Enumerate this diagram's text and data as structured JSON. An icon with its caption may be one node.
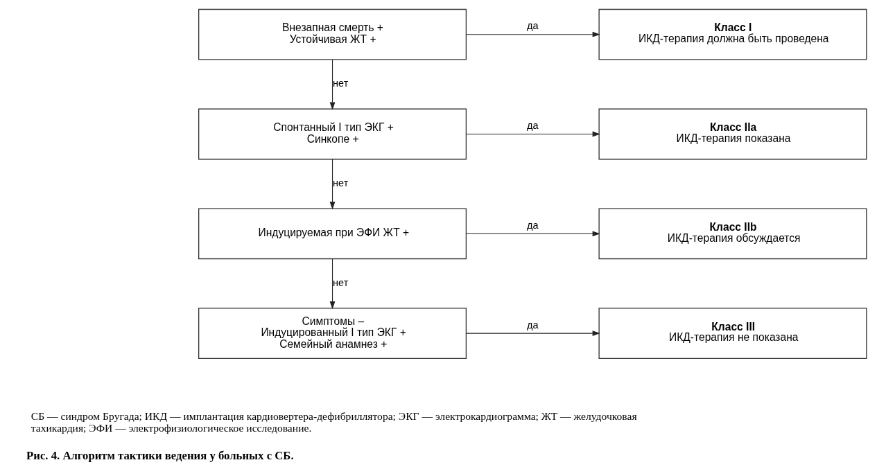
{
  "diagram": {
    "caption": "Рис. 4. Алгоритм тактики ведения у больных с СБ.",
    "nodes": [
      {
        "text": [
          "Внезапная смерть +",
          "Устойчивая ЖТ +"
        ]
      },
      {
        "text": [
          "Класс I",
          "ИКД-терапия должна быть проведена"
        ]
      },
      {
        "text": [
          "Спонтанный I тип ЭКГ +",
          "Синкопе +"
        ]
      },
      {
        "text": [
          "Класс IIa",
          "ИКД-терапия показана"
        ]
      },
      {
        "text": [
          "Индуцируемая при ЭФИ ЖТ +"
        ]
      },
      {
        "text": [
          "Класс IIb",
          "ИКД-терапия обсуждается"
        ]
      },
      {
        "text": [
          "Симптомы –",
          "Индуцированный I тип ЭКГ +",
          "Семейный анамнез +"
        ]
      },
      {
        "text": [
          "Класс III",
          "ИКД-терапия не показана"
        ]
      }
    ],
    "edges": [
      {
        "from": 0,
        "to": 1,
        "arrow": "to",
        "label": "да"
      },
      {
        "from": 0,
        "to": 2,
        "arrow": "to",
        "label": "нет"
      },
      {
        "from": 2,
        "to": 3,
        "arrow": "to",
        "label": "да"
      },
      {
        "from": 2,
        "to": 4,
        "arrow": "to",
        "label": "нет"
      },
      {
        "from": 4,
        "to": 5,
        "arrow": "to",
        "label": "да"
      },
      {
        "from": 4,
        "to": 6,
        "arrow": "to",
        "label": "нет"
      },
      {
        "from": 6,
        "to": 7,
        "arrow": "to",
        "label": "да"
      }
    ],
    "labels": [
      "СБ — синдром Бругада; ИКД — имплантация кардиовертера-дефибриллятора; ЭКГ — электрокардиограмма; ЖТ — желудочковая тахикардия; ЭФИ — электрофизиологическое исследование."
    ]
  }
}
